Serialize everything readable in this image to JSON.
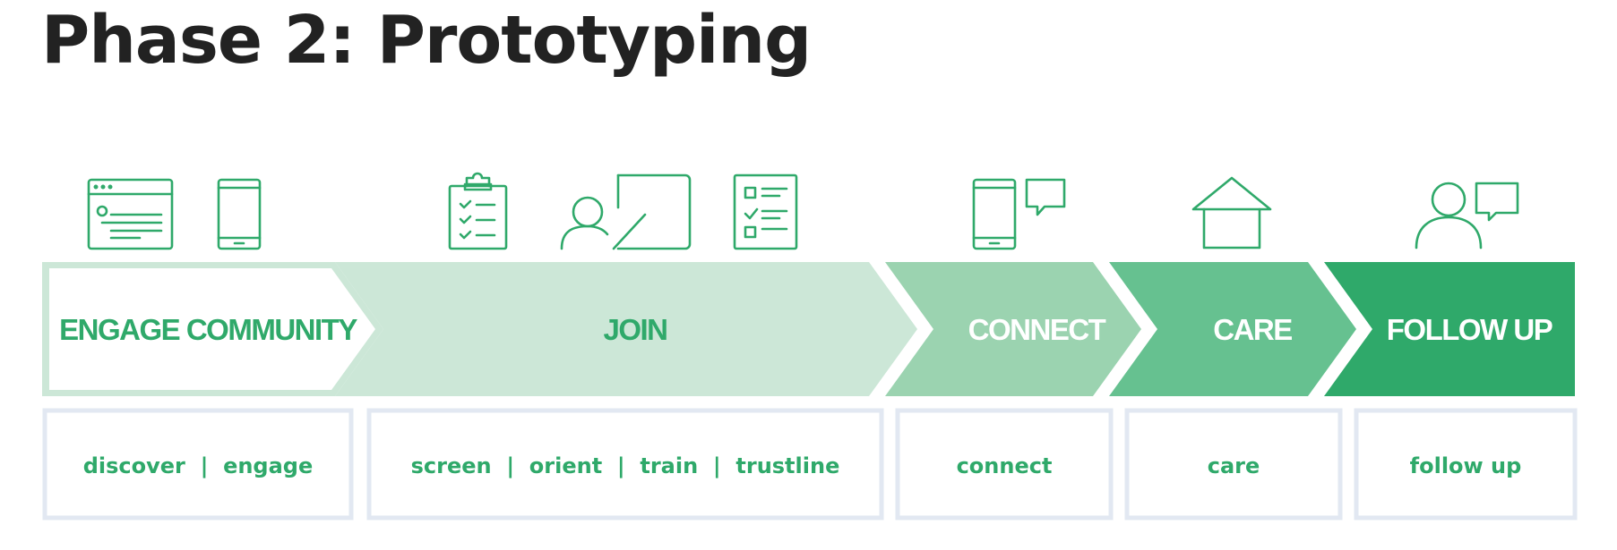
{
  "page_title": "Phase 2: Prototyping",
  "colors": {
    "title_text": "#222222",
    "green_dark": "#2fa96a",
    "green_medium": "#66c190",
    "green_light": "#9bd3b0",
    "green_pale": "#cce7d7",
    "box_border": "#e2e8f2",
    "white": "#ffffff"
  },
  "stages": [
    {
      "label": "ENGAGE COMMUNITY",
      "fill": "white",
      "text_color": "green"
    },
    {
      "label": "JOIN",
      "fill": "pale",
      "text_color": "green"
    },
    {
      "label": "CONNECT",
      "fill": "light",
      "text_color": "white"
    },
    {
      "label": "CARE",
      "fill": "medium",
      "text_color": "white"
    },
    {
      "label": "FOLLOW UP",
      "fill": "dark",
      "text_color": "white"
    }
  ],
  "steps": [
    {
      "items": [
        "discover",
        "engage"
      ]
    },
    {
      "items": [
        "screen",
        "orient",
        "train",
        "trustline"
      ]
    },
    {
      "items": [
        "connect"
      ]
    },
    {
      "items": [
        "care"
      ]
    },
    {
      "items": [
        "follow up"
      ]
    }
  ],
  "step_separator": "|",
  "icons": [
    "browser-window-icon",
    "smartphone-icon",
    "clipboard-checklist-icon",
    "person-presentation-board-icon",
    "checklist-form-icon",
    "phone-chat-icon",
    "house-icon",
    "person-chat-icon"
  ]
}
